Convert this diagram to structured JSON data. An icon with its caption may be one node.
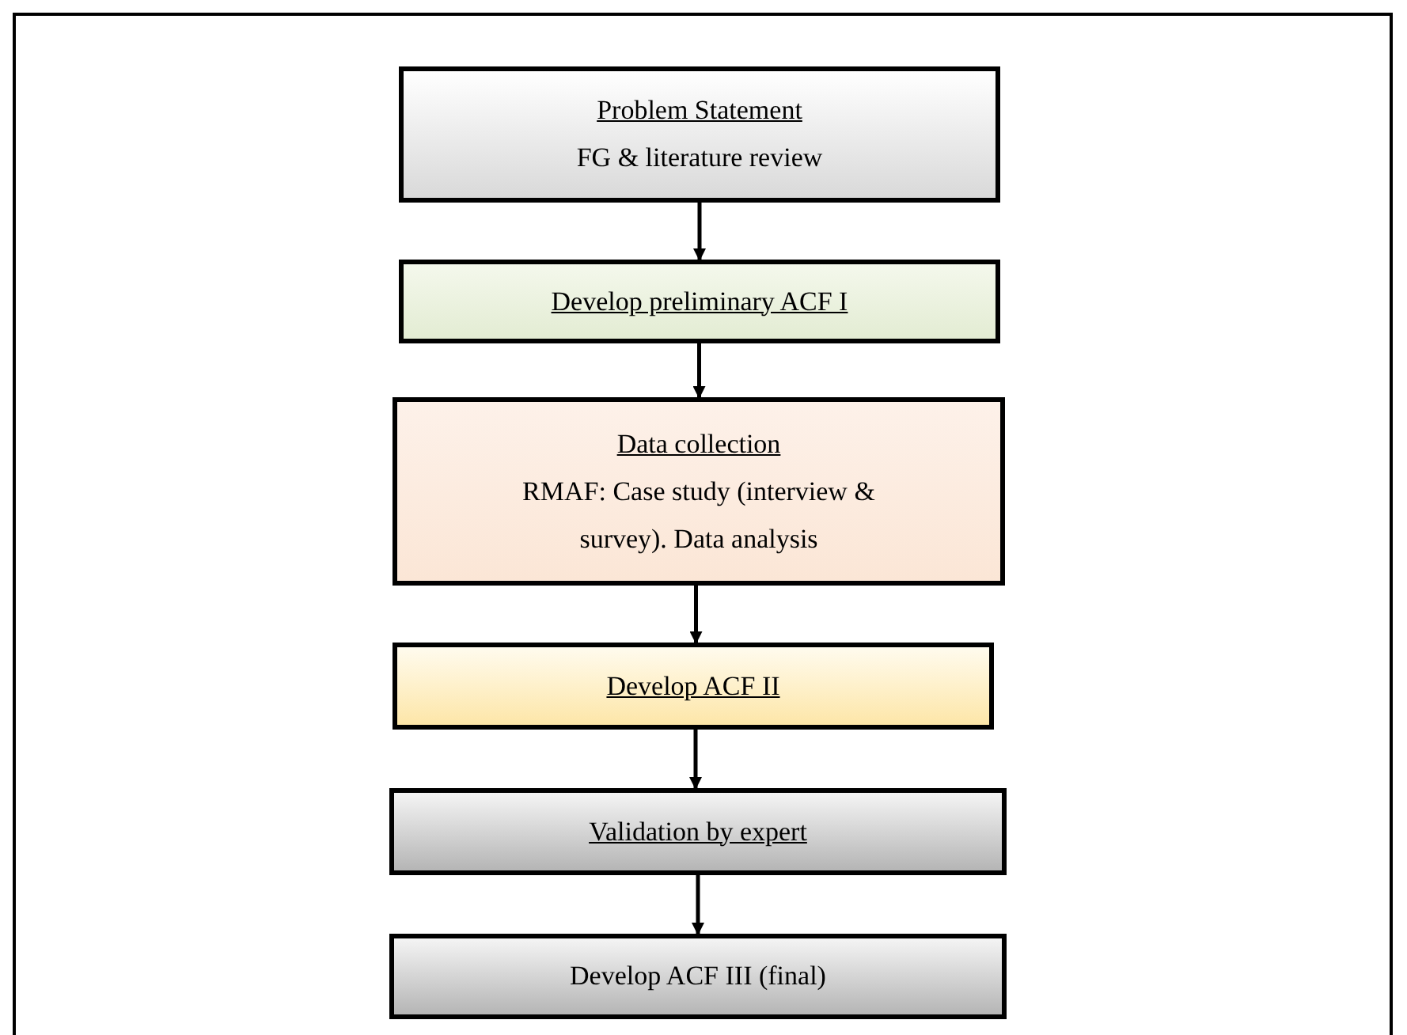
{
  "diagram": {
    "nodes": [
      {
        "text": [
          "Problem Statement",
          "FG & literature review"
        ]
      },
      {
        "text": [
          "Develop preliminary ACF I"
        ]
      },
      {
        "text": [
          "Data collection",
          "RMAF: Case study (interview & survey). Data analysis"
        ]
      },
      {
        "text": [
          "Develop ACF II"
        ]
      },
      {
        "text": [
          "Validation by expert"
        ]
      },
      {
        "text": [
          "Develop ACF III (final)"
        ]
      }
    ],
    "edges": [
      {
        "from": 0,
        "to": 1,
        "arrow": "to"
      },
      {
        "from": 1,
        "to": 2,
        "arrow": "to"
      },
      {
        "from": 2,
        "to": 3,
        "arrow": "to"
      },
      {
        "from": 3,
        "to": 4,
        "arrow": "to"
      },
      {
        "from": 4,
        "to": 5,
        "arrow": "to"
      }
    ]
  }
}
